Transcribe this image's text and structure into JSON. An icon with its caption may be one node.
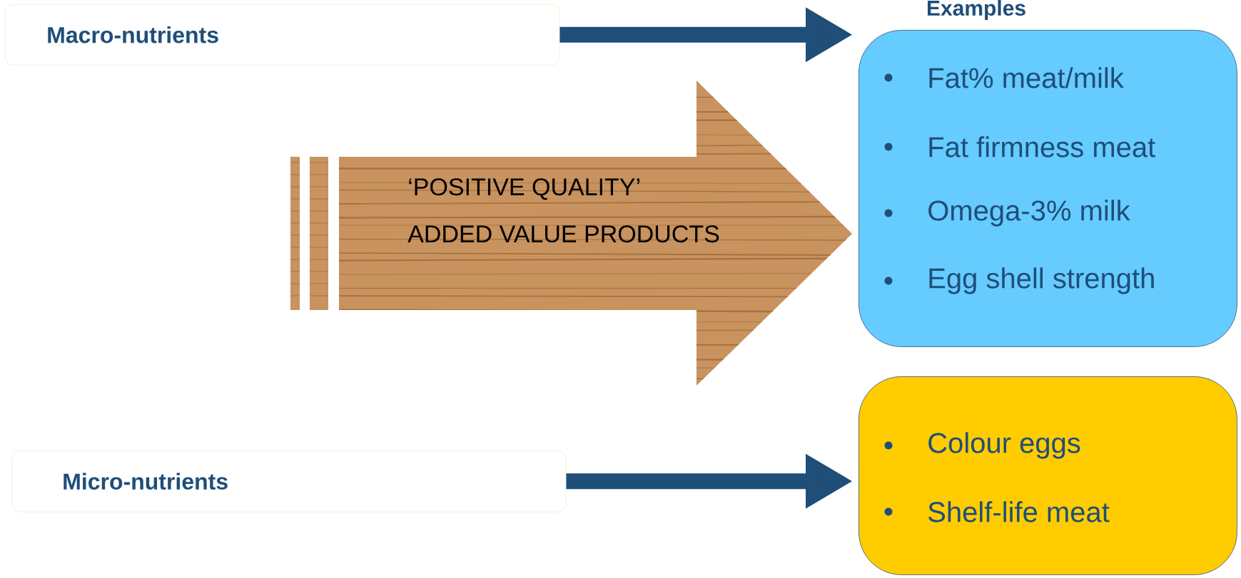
{
  "diagram": {
    "nodes": [
      {
        "text": [
          "Macro-nutrients"
        ]
      },
      {
        "text": [
          "Examples",
          "Fat% meat/milk",
          "Fat firmness meat",
          "Omega-3% milk",
          "Egg shell strength"
        ]
      },
      {
        "text": [
          "‘POSITIVE QUALITY’",
          "ADDED VALUE PRODUCTS"
        ]
      },
      {
        "text": [
          "Micro-nutrients"
        ]
      },
      {
        "text": [
          "Colour eggs",
          "Shelf-life meat"
        ]
      }
    ],
    "edges": [
      {
        "from": 0,
        "to": 1,
        "arrow": "to"
      },
      {
        "from": 3,
        "to": 4,
        "arrow": "to"
      }
    ]
  }
}
